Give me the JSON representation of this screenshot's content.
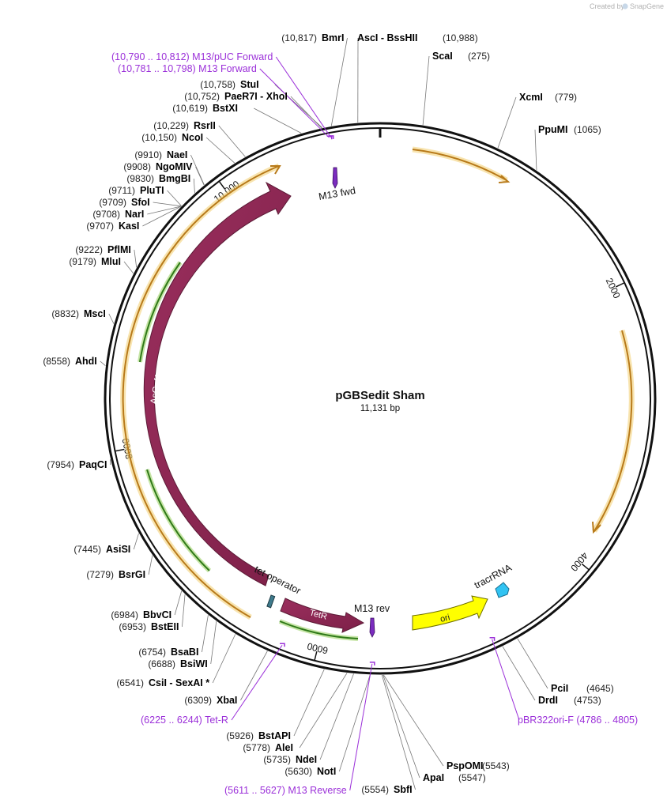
{
  "credit": {
    "text": "Created by",
    "brand": "SnapGene"
  },
  "plasmid": {
    "name": "pGBSedit Sham",
    "length_text": "11,131 bp",
    "length": 11131
  },
  "ticks": [
    {
      "pos": 2000,
      "label": "2000"
    },
    {
      "pos": 4000,
      "label": "4000"
    },
    {
      "pos": 6000,
      "label": "6000"
    },
    {
      "pos": 8000,
      "label": "8000"
    },
    {
      "pos": 10000,
      "label": "10,000"
    }
  ],
  "sites": [
    {
      "pos": "(10,817)",
      "name": "BmrI",
      "at": 10817
    },
    {
      "pos": "(10,988)",
      "name": "AscI  -  BssHII",
      "at": 10988
    },
    {
      "pos": "(275)",
      "name": "ScaI",
      "at": 275
    },
    {
      "pos": "(779)",
      "name": "XcmI",
      "at": 779
    },
    {
      "pos": "(1065)",
      "name": "PpuMI",
      "at": 1065
    },
    {
      "pos": "(10,758)",
      "name": "StuI",
      "at": 10758
    },
    {
      "pos": "(10,752)",
      "name": "PaeR7I  -  XhoI",
      "at": 10752
    },
    {
      "pos": "(10,619)",
      "name": "BstXI",
      "at": 10619
    },
    {
      "pos": "(10,229)",
      "name": "RsrII",
      "at": 10229
    },
    {
      "pos": "(10,150)",
      "name": "NcoI",
      "at": 10150
    },
    {
      "pos": "(9910)",
      "name": "NaeI",
      "at": 9910
    },
    {
      "pos": "(9908)",
      "name": "NgoMIV",
      "at": 9908
    },
    {
      "pos": "(9830)",
      "name": "BmgBI",
      "at": 9830
    },
    {
      "pos": "(9711)",
      "name": "PluTI",
      "at": 9711
    },
    {
      "pos": "(9709)",
      "name": "SfoI",
      "at": 9709
    },
    {
      "pos": "(9708)",
      "name": "NarI",
      "at": 9708
    },
    {
      "pos": "(9707)",
      "name": "KasI",
      "at": 9707
    },
    {
      "pos": "(9222)",
      "name": "PflMI",
      "at": 9222
    },
    {
      "pos": "(9179)",
      "name": "MluI",
      "at": 9179
    },
    {
      "pos": "(8832)",
      "name": "MscI",
      "at": 8832
    },
    {
      "pos": "(8558)",
      "name": "AhdI",
      "at": 8558
    },
    {
      "pos": "(7954)",
      "name": "PaqCI",
      "at": 7954
    },
    {
      "pos": "(7445)",
      "name": "AsiSI",
      "at": 7445
    },
    {
      "pos": "(7279)",
      "name": "BsrGI",
      "at": 7279
    },
    {
      "pos": "(6984)",
      "name": "BbvCI",
      "at": 6984
    },
    {
      "pos": "(6953)",
      "name": "BstEII",
      "at": 6953
    },
    {
      "pos": "(6754)",
      "name": "BsaBI",
      "at": 6754
    },
    {
      "pos": "(6688)",
      "name": "BsiWI",
      "at": 6688
    },
    {
      "pos": "(6541)",
      "name": "CsiI  -  SexAI *",
      "at": 6541
    },
    {
      "pos": "(6309)",
      "name": "XbaI",
      "at": 6309
    },
    {
      "pos": "(5926)",
      "name": "BstAPI",
      "at": 5926
    },
    {
      "pos": "(5778)",
      "name": "AleI",
      "at": 5778
    },
    {
      "pos": "(5735)",
      "name": "NdeI",
      "at": 5735
    },
    {
      "pos": "(5630)",
      "name": "NotI",
      "at": 5630
    },
    {
      "pos": "(5543)",
      "name": "PspOMI",
      "at": 5543
    },
    {
      "pos": "(5547)",
      "name": "ApaI",
      "at": 5547
    },
    {
      "pos": "(5554)",
      "name": "SbfI",
      "at": 5554
    },
    {
      "pos": "(4645)",
      "name": "PciI",
      "at": 4645
    },
    {
      "pos": "(4753)",
      "name": "DrdI",
      "at": 4753
    }
  ],
  "primers": [
    {
      "text": "(10,790 .. 10,812)  M13/pUC Forward",
      "at": 10801
    },
    {
      "text": "(10,781 .. 10,798)  M13 Forward",
      "at": 10790
    },
    {
      "text": "(6225 .. 6244)  Tet-R",
      "at": 6235
    },
    {
      "text": "(5611 .. 5627)  M13 Reverse",
      "at": 5619
    },
    {
      "text": "pBR322ori-F   (4786 .. 4805)",
      "at": 4795
    }
  ],
  "features": [
    {
      "name": "AsCpf1",
      "color": "#9b2f5e"
    },
    {
      "name": "TetR",
      "color": "#9b2f5e"
    },
    {
      "name": "ori",
      "color": "#ffff00"
    },
    {
      "name": "tracrRNA",
      "color": "#31c3f2"
    },
    {
      "name": "tet operator",
      "color": "#3e7a8c"
    },
    {
      "name": "M13 fwd",
      "color": "#7b2cbf"
    },
    {
      "name": "M13 rev",
      "color": "#7b2cbf"
    }
  ]
}
